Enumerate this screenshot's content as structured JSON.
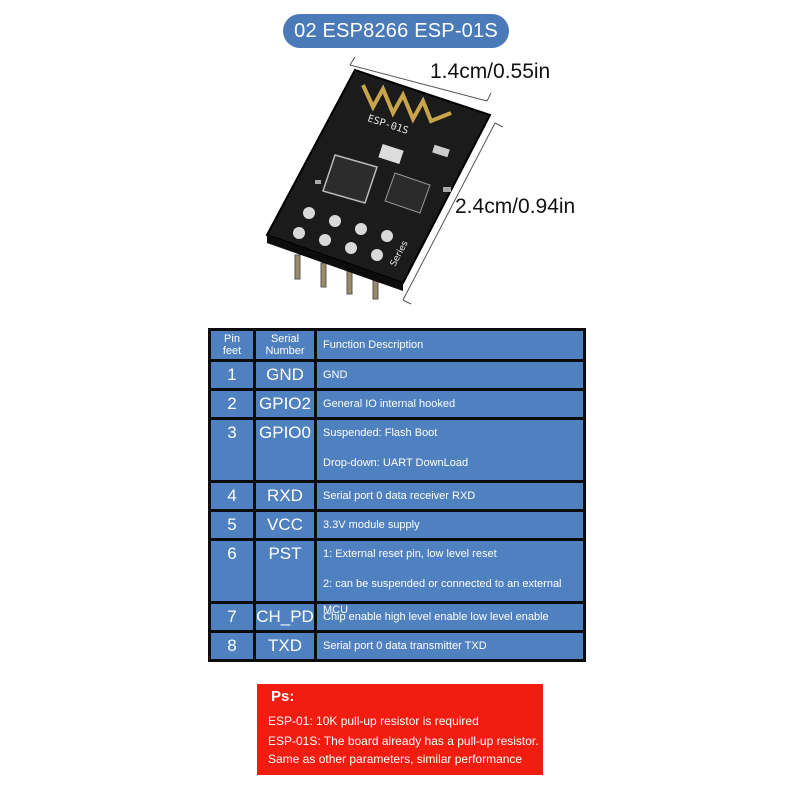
{
  "title": "02 ESP8266 ESP-01S",
  "dimensions": {
    "width_label": "1.4cm/0.55in",
    "height_label": "2.4cm/0.94in"
  },
  "module": {
    "board_label": "ESP-01S",
    "side_label": "Series"
  },
  "table": {
    "headers": {
      "pin_line1": "Pin",
      "pin_line2": "feet",
      "serial_line1": "Serial",
      "serial_line2": "Number",
      "function": "Function Description"
    },
    "rows": [
      {
        "pin": "1",
        "serial": "GND",
        "desc": [
          "GND"
        ]
      },
      {
        "pin": "2",
        "serial": "GPIO2",
        "desc": [
          "General IO internal hooked"
        ]
      },
      {
        "pin": "3",
        "serial": "GPIO0",
        "desc": [
          "Suspended: Flash Boot",
          "Drop-down: UART DownLoad"
        ]
      },
      {
        "pin": "4",
        "serial": "RXD",
        "desc": [
          "Serial port 0 data receiver RXD"
        ]
      },
      {
        "pin": "5",
        "serial": "VCC",
        "desc": [
          "3.3V module supply"
        ]
      },
      {
        "pin": "6",
        "serial": "PST",
        "desc": [
          "1: External reset pin, low level reset",
          "2: can be suspended or connected to an external MCU"
        ]
      },
      {
        "pin": "7",
        "serial": "CH_PD",
        "desc": [
          "Chip enable high level enable low level enable"
        ]
      },
      {
        "pin": "8",
        "serial": "TXD",
        "desc": [
          "Serial port 0 data transmitter TXD"
        ]
      }
    ]
  },
  "ps": {
    "title": "Ps:",
    "lines": [
      "ESP-01: 10K pull-up resistor is required",
      "ESP-01S: The board already has a pull-up resistor.",
      "Same as other parameters, similar performance"
    ]
  },
  "colors": {
    "title_pill": "#4a7ab8",
    "table_cell": "#4f80c0",
    "table_border": "#0b0b0b",
    "ps_box": "#f21d10"
  }
}
